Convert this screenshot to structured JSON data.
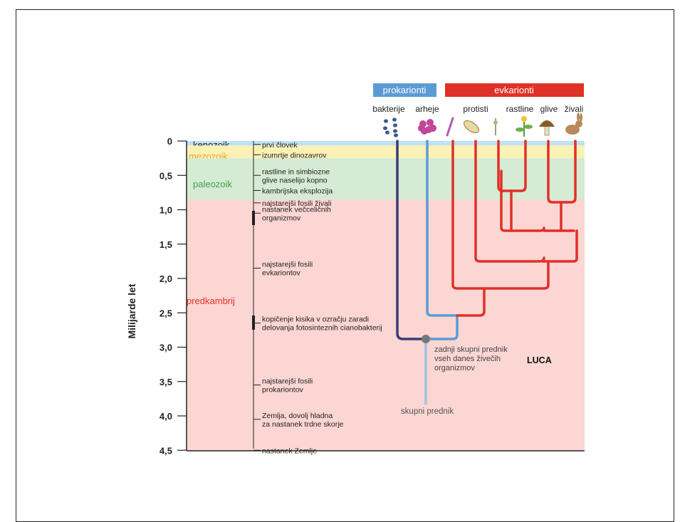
{
  "groups": {
    "prokaryotes": {
      "label": "prokarionti",
      "color": "#5b9bd5"
    },
    "eukaryotes": {
      "label": "evkarionti",
      "color": "#e03127"
    }
  },
  "taxa": [
    {
      "id": "bakterije",
      "label": "bakterije",
      "icon": "bacteria-icon"
    },
    {
      "id": "arheje",
      "label": "arheje",
      "icon": "archaea-icon"
    },
    {
      "id": "protisti",
      "label": "protisti",
      "icon": "protists-icon"
    },
    {
      "id": "rastline",
      "label": "rastline",
      "icon": "plant-icon"
    },
    {
      "id": "glive",
      "label": "glive",
      "icon": "mushroom-icon"
    },
    {
      "id": "zivali",
      "label": "živali",
      "icon": "rabbit-icon"
    }
  ],
  "axis": {
    "label": "Milijarde let",
    "ticks": [
      "0",
      "0,5",
      "1,0",
      "1,5",
      "2,0",
      "2,5",
      "3,0",
      "3,5",
      "4,0",
      "4,5"
    ],
    "range": [
      0,
      4.5
    ]
  },
  "eras": [
    {
      "name": "kenozoik",
      "start": 0,
      "end": 0.065,
      "band": "#bfe0f5",
      "text": "#1a1a1a"
    },
    {
      "name": "mezozoik",
      "start": 0.065,
      "end": 0.25,
      "band": "#fbf1b4",
      "text": "#f0a623"
    },
    {
      "name": "paleozoik",
      "start": 0.25,
      "end": 0.85,
      "band": "#d5ebd3",
      "text": "#3aa24a"
    },
    {
      "name": "predkambrij",
      "start": 0.85,
      "end": 4.6,
      "band": "#fbd6d3",
      "text": "#e03127"
    }
  ],
  "events": [
    {
      "t": 0.05,
      "lines": [
        "prvi človek"
      ]
    },
    {
      "t": 0.2,
      "lines": [
        "izumrtje dinozavrov"
      ]
    },
    {
      "t": 0.5,
      "lines": [
        "rastline in simbiozne",
        "glive naselijo kopno"
      ]
    },
    {
      "t": 0.72,
      "lines": [
        "kambrijska eksplozija"
      ]
    },
    {
      "t": 0.9,
      "lines": [
        "najstarejši fosili živali"
      ]
    },
    {
      "t": 1.05,
      "lines": [
        "nastanek večceličnih",
        "organizmov"
      ]
    },
    {
      "t": 1.85,
      "lines": [
        "najstarejši fosili",
        "evkariontov"
      ]
    },
    {
      "t": 2.65,
      "lines": [
        "kopičenje kisika v ozračju zaradi",
        "delovanja fotosinteznih cianobakterij"
      ]
    },
    {
      "t": 3.55,
      "lines": [
        "najstarejši fosili",
        "prokariontov"
      ]
    },
    {
      "t": 4.05,
      "lines": [
        "Zemlja, dovolj hladna",
        "za nastanek trdne skorje"
      ]
    },
    {
      "t": 4.5,
      "lines": [
        "nastanek Zemlje"
      ]
    }
  ],
  "annotations": {
    "luca_desc": [
      "zadnji skupni prednik",
      "vseh danes živečih",
      "organizmov"
    ],
    "luca": "LUCA",
    "ancestor": "skupni prednik"
  },
  "colors": {
    "bacteria_line": "#3b3b77",
    "archaea_line": "#5b9bd5",
    "eukaryote_line": "#e03127",
    "ancestor_line": "#a9c4de",
    "node": "#777777"
  }
}
